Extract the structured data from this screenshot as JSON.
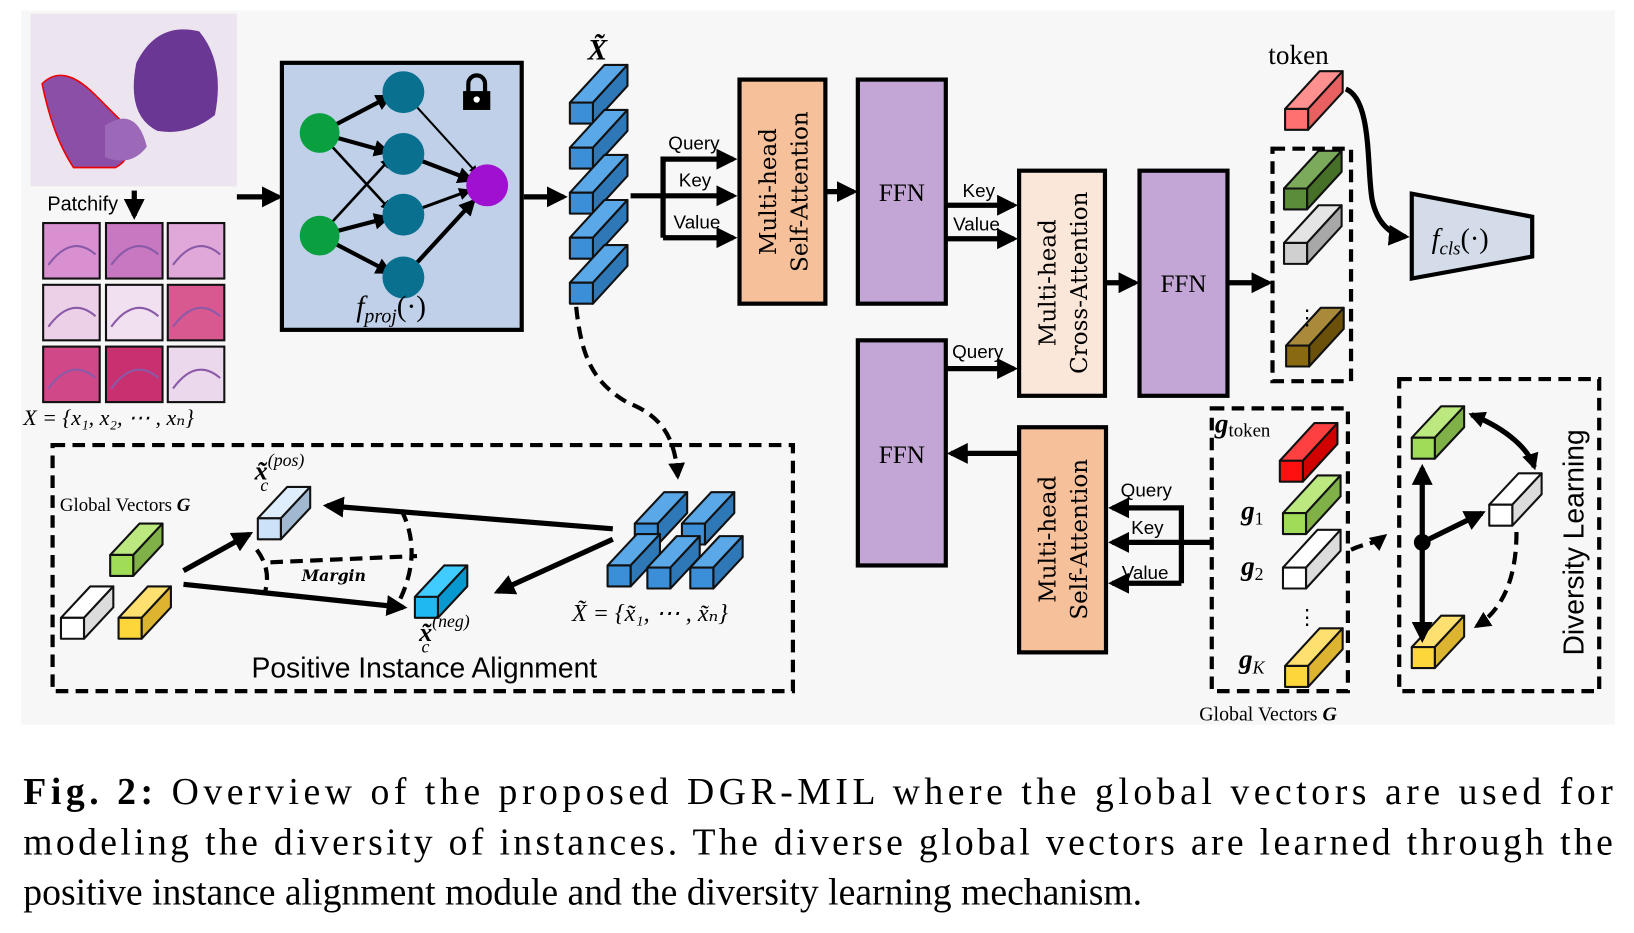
{
  "figure": {
    "wsi_label": "Patchify",
    "bag_formula": "X = {x₁, x₂, ⋯ , xₙ}",
    "projector_label": "f",
    "projector_sub": "proj",
    "projector_arg": "(·)",
    "embedding_label": "X̃",
    "qkv": {
      "query": "Query",
      "key": "Key",
      "value": "Value"
    },
    "mhsa_line1": "Multi-head",
    "mhsa_line2": "Self-Attention",
    "mhca_line1": "Multi-head",
    "mhca_line2": "Cross-Attention",
    "ffn": "FFN",
    "token_label": "token",
    "classifier_label": "f",
    "classifier_sub": "cls",
    "classifier_arg": "(·)",
    "g_token": "g",
    "g_token_sub": "token",
    "g1": "g",
    "g1_sub": "1",
    "g2": "g",
    "g2_sub": "2",
    "gK": "g",
    "gK_sub": "K",
    "global_vectors": "Global Vectors ",
    "global_vectors_sym": "G",
    "diversity_learning": "Diversity Learning",
    "pia_title": "Positive Instance Alignment",
    "pos_label": "x̃",
    "pos_sup": "(pos)",
    "neg_sup": "(neg)",
    "c_sub": "c",
    "margin": "Margin",
    "embedding_set": "X̃ = {x̃₁, ⋯ , x̃ₙ}"
  },
  "caption": {
    "label": "Fig. 2:",
    "line1": "Overview of the proposed DGR-MIL where the global vectors are used for",
    "line2": "modeling the diversity of instances. The diverse global vectors are learned through the",
    "line3": "positive instance alignment module and the diversity learning mechanism."
  },
  "colors": {
    "blue": "#3a8fd8",
    "ffn": "#c3a6d6",
    "mhsa": "#f5c09a",
    "mhca": "#fbe6da",
    "proj": "#c0d0e8",
    "green": "#a0dc58",
    "red": "#ff3030",
    "yellow": "#fcd63a"
  }
}
